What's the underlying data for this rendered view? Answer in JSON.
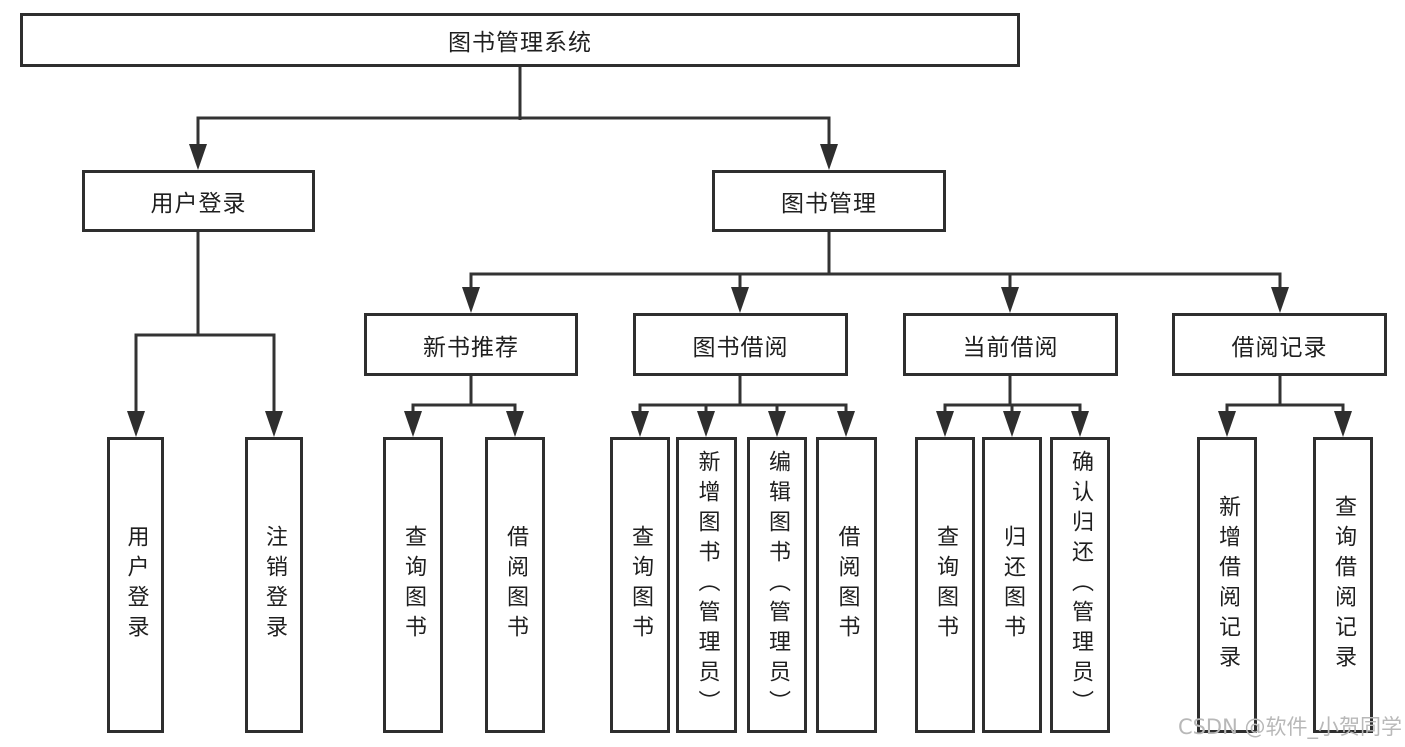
{
  "diagram": {
    "root": "图书管理系统",
    "branches": {
      "user_login": {
        "label": "用户登录",
        "children": [
          "用户登录",
          "注销登录"
        ]
      },
      "book_mgmt": {
        "label": "图书管理",
        "groups": [
          {
            "label": "新书推荐",
            "children": [
              "查询图书",
              "借阅图书"
            ]
          },
          {
            "label": "图书借阅",
            "children": [
              "查询图书",
              "新增图书（管理员）",
              "编辑图书（管理员）",
              "借阅图书"
            ]
          },
          {
            "label": "当前借阅",
            "children": [
              "查询图书",
              "归还图书",
              "确认归还（管理员）"
            ]
          },
          {
            "label": "借阅记录",
            "children": [
              "新增借阅记录",
              "查询借阅记录"
            ]
          }
        ]
      }
    }
  },
  "watermark": "CSDN @软件_小贺同学",
  "colors": {
    "line": "#333333",
    "box_border": "#2e2e2e",
    "text": "#1f1f1f",
    "watermark": "#b8b8b8",
    "background": "#ffffff"
  }
}
